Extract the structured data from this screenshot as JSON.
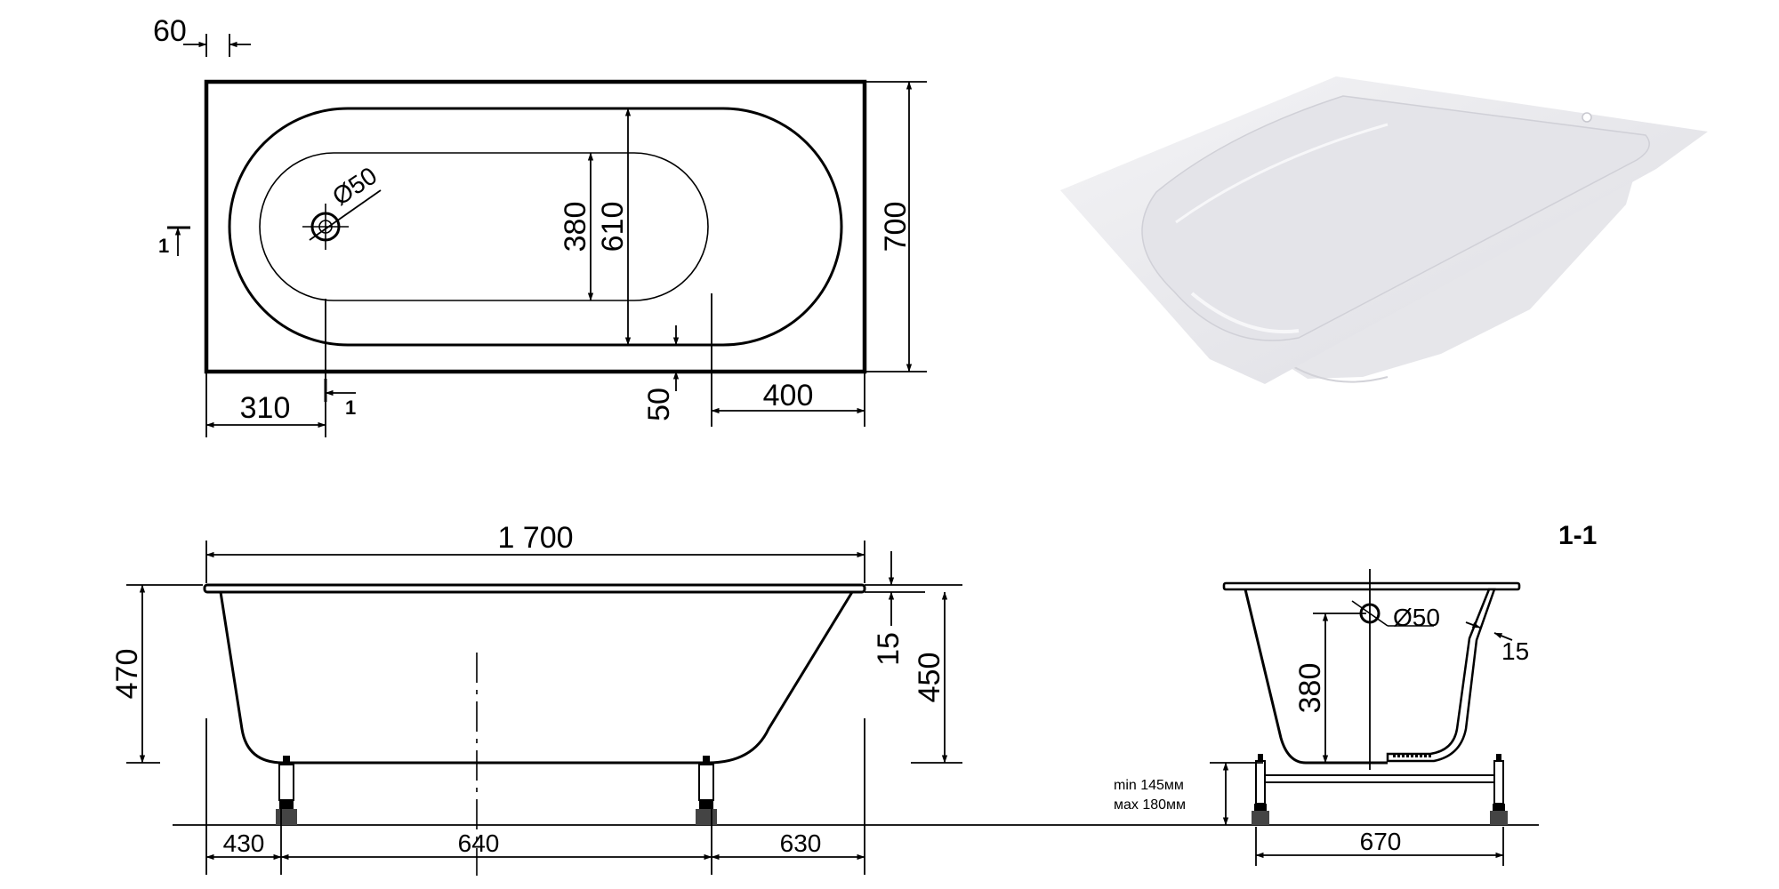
{
  "top_view": {
    "dim_rim_width": "60",
    "dim_outer_width": "700",
    "dim_inner_width": "610",
    "dim_bottom_width": "380",
    "dim_drain_offset": "310",
    "dim_bottom_gap": "50",
    "dim_end_offset": "400",
    "drain_label": "Ø50",
    "section_mark_left": "1",
    "section_mark_bottom": "1"
  },
  "side_view": {
    "dim_length": "1 700",
    "dim_total_height": "470",
    "dim_rim_thickness": "15",
    "dim_bath_height": "450",
    "dim_leg_left": "430",
    "dim_leg_span": "640",
    "dim_leg_right": "630"
  },
  "section_view": {
    "title": "1-1",
    "drain_label": "Ø50",
    "dim_wall": "15",
    "dim_overflow_height": "380",
    "dim_width": "670",
    "leg_min": "min 145мм",
    "leg_max": "мах 180мм"
  },
  "colors": {
    "line": "#000000",
    "background": "#ffffff",
    "render_tub": "#ececf0"
  }
}
